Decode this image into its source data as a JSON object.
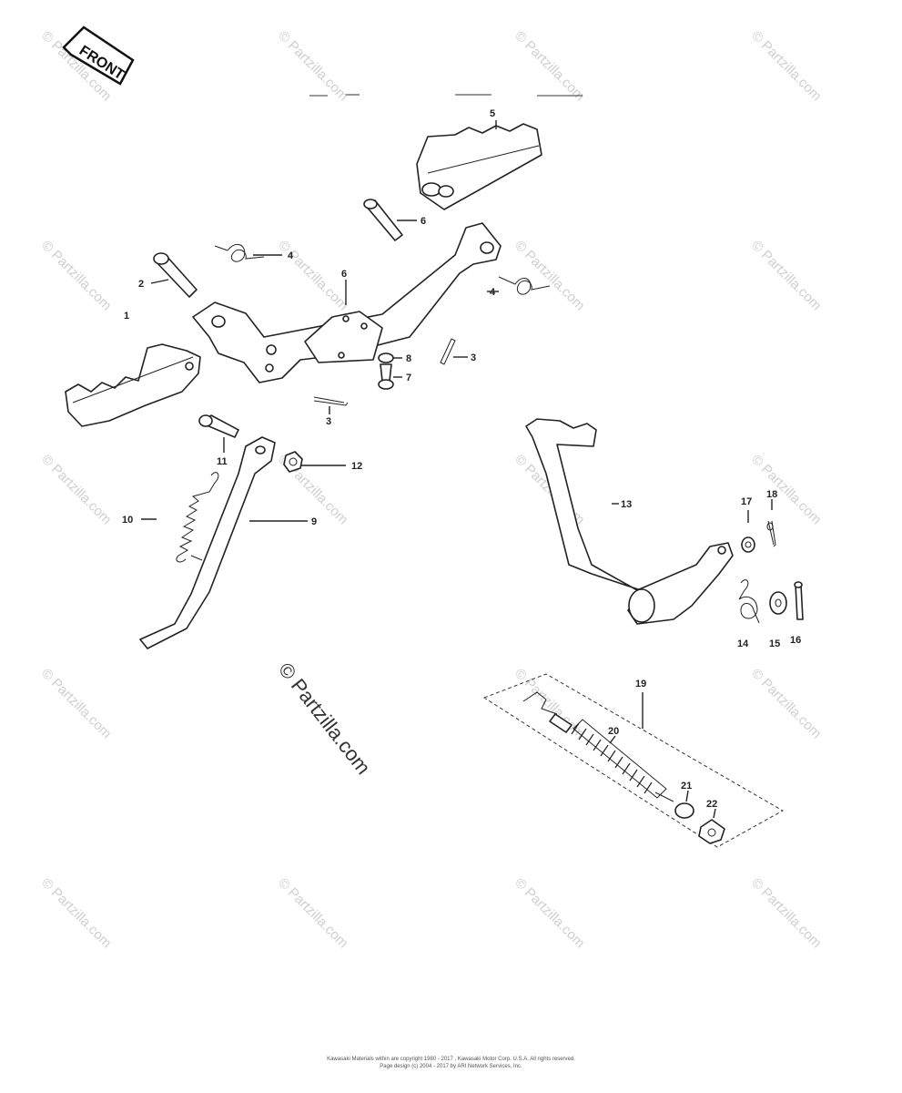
{
  "front_label": "FRONT",
  "watermark": "© Partzilla.com",
  "watermark_center": "© Partzilla.com",
  "callouts": {
    "c1": "1",
    "c2": "2",
    "c3a": "3",
    "c3b": "3",
    "c4a": "4",
    "c4b": "4",
    "c5": "5",
    "c6a": "6",
    "c6b": "6",
    "c7": "7",
    "c8": "8",
    "c9": "9",
    "c10": "10",
    "c11": "11",
    "c12": "12",
    "c13": "13",
    "c14": "14",
    "c15": "15",
    "c16": "16",
    "c17": "17",
    "c18": "18",
    "c19": "19",
    "c20": "20",
    "c21": "21",
    "c22": "22"
  },
  "footer": {
    "line1": "Kawasaki Materials within are copyright 1980 - 2017 , Kawasaki Motor Corp. U.S.A. All rights reserved.",
    "line2": "Page design (c) 2004 - 2017 by ARI Network Services, Inc."
  }
}
